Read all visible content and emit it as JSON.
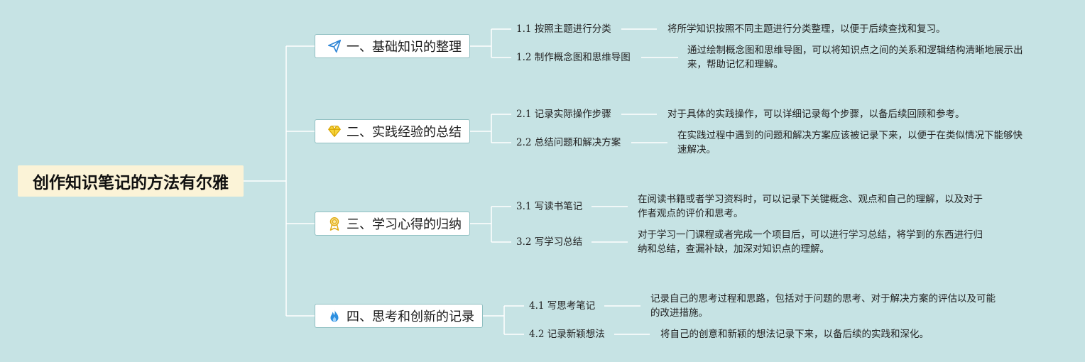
{
  "root": {
    "title": "创作知识笔记的方法有尔雅"
  },
  "branches": [
    {
      "icon": "paper-plane-icon",
      "label": "一、基础知识的整理",
      "children": [
        {
          "label": "1.1 按照主题进行分类",
          "desc": "将所学知识按照不同主题进行分类整理，以便于后续查找和复习。"
        },
        {
          "label": "1.2 制作概念图和思维导图",
          "desc": "通过绘制概念图和思维导图，可以将知识点之间的关系和逻辑结构清晰地展示出来，帮助记忆和理解。"
        }
      ]
    },
    {
      "icon": "diamond-icon",
      "label": "二、实践经验的总结",
      "children": [
        {
          "label": "2.1 记录实际操作步骤",
          "desc": "对于具体的实践操作，可以详细记录每个步骤，以备后续回顾和参考。"
        },
        {
          "label": "2.2 总结问题和解决方案",
          "desc": "在实践过程中遇到的问题和解决方案应该被记录下来，以便于在类似情况下能够快速解决。"
        }
      ]
    },
    {
      "icon": "award-medal-icon",
      "label": "三、学习心得的归纳",
      "children": [
        {
          "label": "3.1 写读书笔记",
          "desc": "在阅读书籍或者学习资料时，可以记录下关键概念、观点和自己的理解，以及对于作者观点的评价和思考。"
        },
        {
          "label": "3.2 写学习总结",
          "desc": "对于学习一门课程或者完成一个项目后，可以进行学习总结，将学到的东西进行归纳和总结，查漏补缺，加深对知识点的理解。"
        }
      ]
    },
    {
      "icon": "flame-icon",
      "label": "四、思考和创新的记录",
      "children": [
        {
          "label": "4.1 写思考笔记",
          "desc": "记录自己的思考过程和思路，包括对于问题的思考、对于解决方案的评估以及可能的改进措施。"
        },
        {
          "label": "4.2 记录新颖想法",
          "desc": "将自己的创意和新颖的想法记录下来，以备后续的实践和深化。"
        }
      ]
    }
  ]
}
